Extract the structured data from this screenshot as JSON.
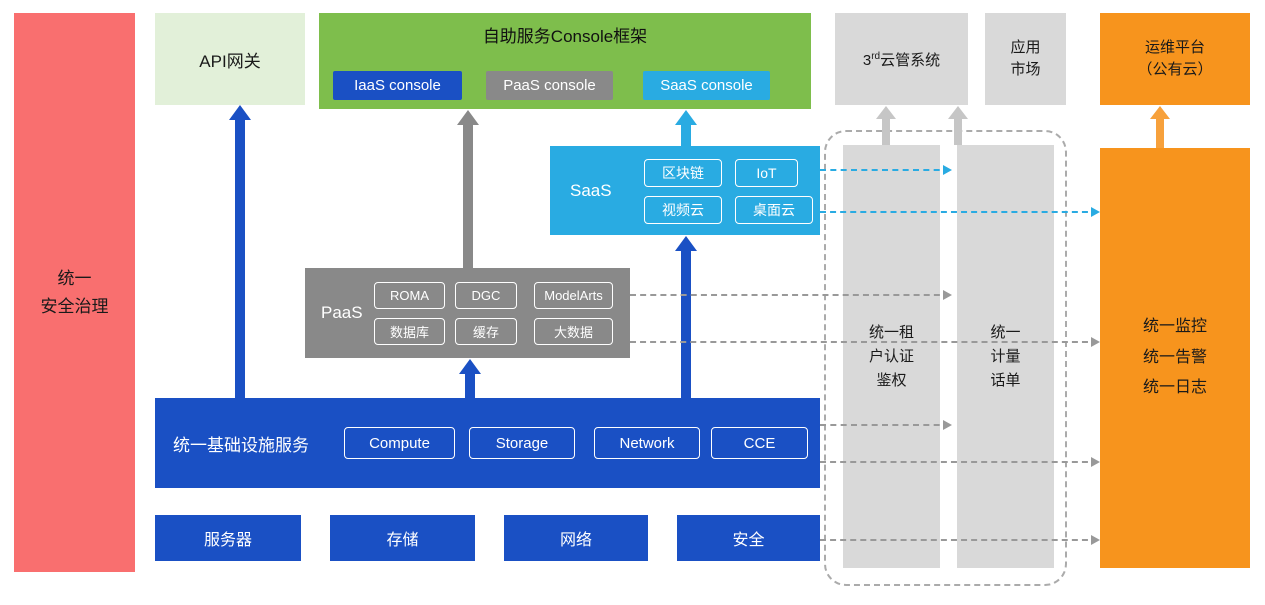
{
  "palette": {
    "blue": "#1A50C4",
    "dark_gray": "#898989",
    "light_gray": "#D9D9D9",
    "cyan": "#29ABE2",
    "green": "#7EBE4C",
    "light_green": "#E2F0D9",
    "orange": "#F7941D",
    "red": "#F96F6F"
  },
  "security_bar": {
    "label": "统一\n安全治理"
  },
  "api_gateway": {
    "label": "API网关"
  },
  "console_frame": {
    "title": "自助服务Console框架",
    "iaas": "IaaS console",
    "paas": "PaaS console",
    "saas": "SaaS console"
  },
  "third_cloud": {
    "prefix": "3",
    "sup": "rd",
    "rest": "云管系统"
  },
  "app_market": {
    "label": "应用\n市场"
  },
  "om_platform": {
    "label": "运维平台\n（公有云）"
  },
  "saas_box": {
    "label": "SaaS",
    "items": [
      "区块链",
      "IoT",
      "视频云",
      "桌面云"
    ]
  },
  "paas_box": {
    "label": "PaaS",
    "items": [
      "ROMA",
      "DGC",
      "ModelArts",
      "数据库",
      "缓存",
      "大数据"
    ]
  },
  "infra_box": {
    "label": "统一基础设施服务",
    "items": [
      "Compute",
      "Storage",
      "Network",
      "CCE"
    ]
  },
  "hardware": {
    "items": [
      "服务器",
      "存储",
      "网络",
      "安全"
    ]
  },
  "auth_bar": {
    "label": "统一租\n户认证\n鉴权"
  },
  "billing_bar": {
    "label": "统一\n计量\n话单"
  },
  "monitor_bar": {
    "label": "统一监控\n统一告警\n统一日志"
  }
}
